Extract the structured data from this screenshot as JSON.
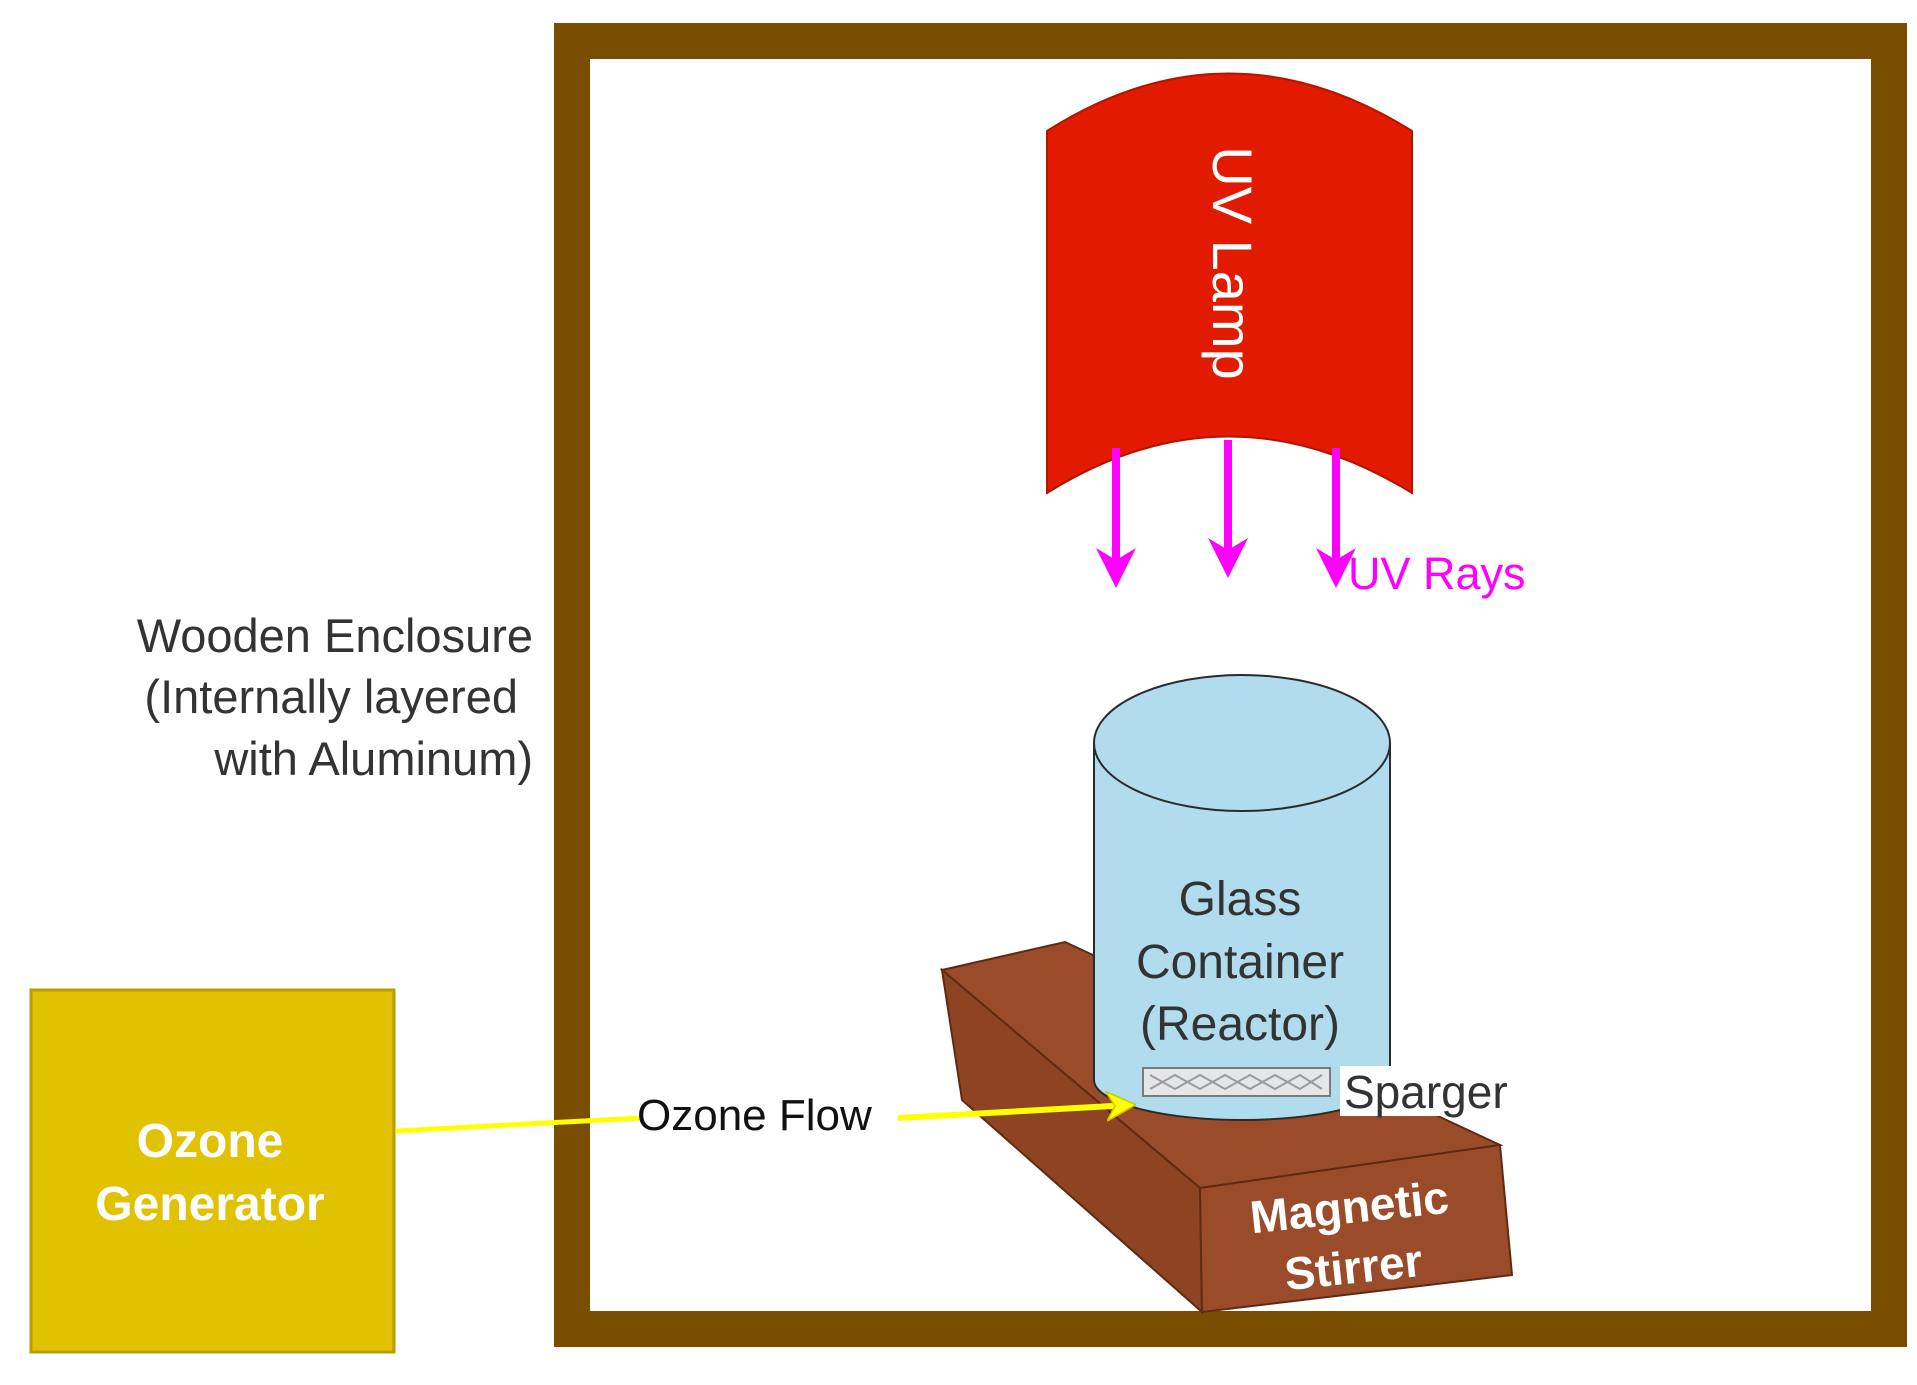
{
  "labels": {
    "enclosure_line1": "Wooden Enclosure",
    "enclosure_line2": "(Internally layered",
    "enclosure_line3": "with Aluminum)",
    "uv_lamp": "UV Lamp",
    "uv_rays": "UV Rays",
    "container_line1": "Glass",
    "container_line2": "Container",
    "container_line3": "(Reactor)",
    "sparger": "Sparger",
    "ozone_flow": "Ozone Flow",
    "ozone_generator_line1": "Ozone",
    "ozone_generator_line2": "Generator",
    "stirrer_line1": "Magnetic",
    "stirrer_line2": "Stirrer"
  },
  "colors": {
    "enclosure": "#7a4e00",
    "uv_lamp": "#e21a00",
    "uv_rays": "#ff00ff",
    "container": "#b1dcee",
    "stirrer": "#9a4b2a",
    "ozone_generator": "#e0c200",
    "ozone_flow": "#ffff00"
  }
}
